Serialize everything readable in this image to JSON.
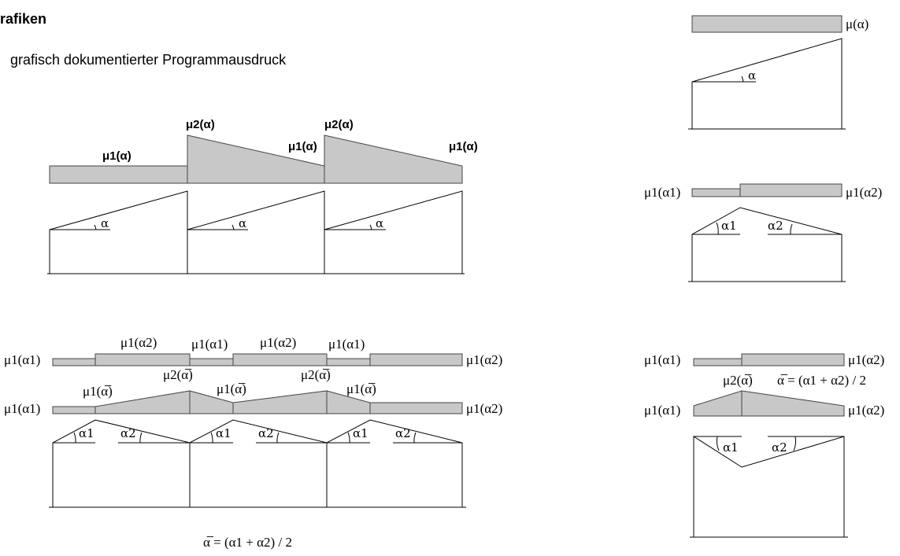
{
  "header": {
    "title": "rafiken",
    "subtitle": "grafisch dokumentierter Programmausdruck"
  },
  "labels": {
    "mu": "μ",
    "mu1": "μ1",
    "mu2": "μ2",
    "alpha": "α",
    "alpha1": "α1",
    "alpha2": "α2",
    "mu_alpha": "μ(α)",
    "mu1_alpha": "μ1(α)",
    "mu2_alpha": "μ2(α)",
    "mu1_alpha1": "μ1(α1)",
    "mu1_alpha2": "μ1(α2)",
    "mu1_alphabar": "μ1(α̅)",
    "mu2_alphabar": "μ2(α̅)",
    "alphabar_formula": "α̅ = (α1 + α2) / 2"
  }
}
